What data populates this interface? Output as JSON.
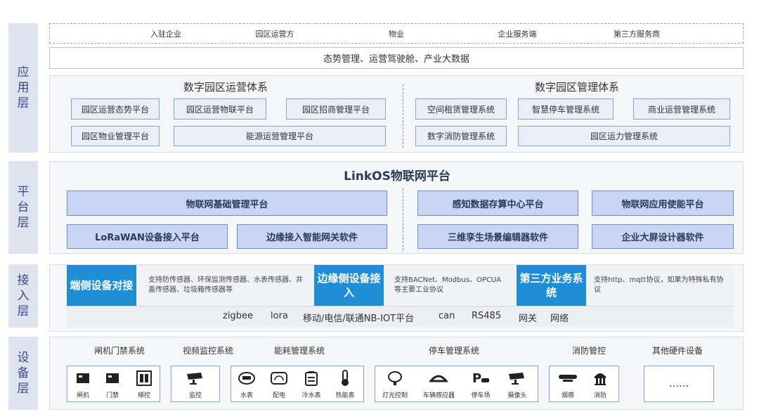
{
  "layers": [
    "应用层",
    "平台层",
    "接入层",
    "设备层"
  ],
  "app": {
    "tenants": [
      "入驻企业",
      "园区运营方",
      "物业",
      "企业服务端",
      "第三方服务商"
    ],
    "summary": "态势管理、运营驾驶舱、产业大数据",
    "ops_title": "数字园区运营体系",
    "mgmt_title": "数字园区管理体系",
    "ops_items": [
      "园区运营态势平台",
      "园区运营物联平台",
      "园区招商管理平台",
      "园区物业管理平台",
      "能源运营管理平台"
    ],
    "mgmt_items": [
      "空间租赁管理系统",
      "智慧停车管理系统",
      "商业运营管理系统",
      "数字消防管理系统",
      "园区运力管理系统"
    ]
  },
  "platform": {
    "title": "LinkOS物联网平台",
    "items": [
      "物联网基础管理平台",
      "感知数据存算中心平台",
      "物联网应用使能平台",
      "LoRaWAN设备接入平台",
      "边缘接入智能网关软件",
      "三维孪生场景编辑器软件",
      "企业大屏设计器软件"
    ]
  },
  "access": {
    "heads": [
      "端侧设备对接",
      "边缘侧设备接入",
      "第三方业务系统"
    ],
    "descs": [
      "支持防传感器、环保监测传感器、水表传感器、井盖传感器、垃圾箱传感器等",
      "支持BACNet、Modbus、OPCUA等主要工业协议",
      "支持http、mqtt协议，如果为特殊私有协议"
    ],
    "protocols": [
      "zigbee",
      "lora",
      "移动/电信/联通NB-IOT平台",
      "can",
      "RS485",
      "网关",
      "网络"
    ]
  },
  "devices": {
    "groups": [
      "闸机门禁系统",
      "视频监控系统",
      "能耗管理系统",
      "停车管理系统",
      "消防管控",
      "其他硬件设备"
    ],
    "items": [
      {
        "label": "闸机",
        "icon": "gate-icon"
      },
      {
        "label": "门禁",
        "icon": "access-control-icon"
      },
      {
        "label": "梯控",
        "icon": "elevator-icon"
      },
      {
        "label": "监控",
        "icon": "camera-icon"
      },
      {
        "label": "水表",
        "icon": "water-meter-icon"
      },
      {
        "label": "配电",
        "icon": "power-meter-icon"
      },
      {
        "label": "冷水表",
        "icon": "cold-water-meter-icon"
      },
      {
        "label": "热能表",
        "icon": "heat-meter-icon"
      },
      {
        "label": "灯光控制",
        "icon": "light-control-icon"
      },
      {
        "label": "车辆感应器",
        "icon": "vehicle-sensor-icon"
      },
      {
        "label": "停车场",
        "icon": "parking-icon"
      },
      {
        "label": "摄像头",
        "icon": "camera-icon"
      },
      {
        "label": "烟感",
        "icon": "smoke-detector-icon"
      },
      {
        "label": "消防",
        "icon": "fire-hydrant-icon"
      }
    ],
    "other": "……"
  },
  "colors": {
    "accent": "#1e8fd6",
    "layer_tag": "#dfe3ef",
    "platform_fill": "#c8d6f4",
    "box_border": "#7ea7d8"
  }
}
